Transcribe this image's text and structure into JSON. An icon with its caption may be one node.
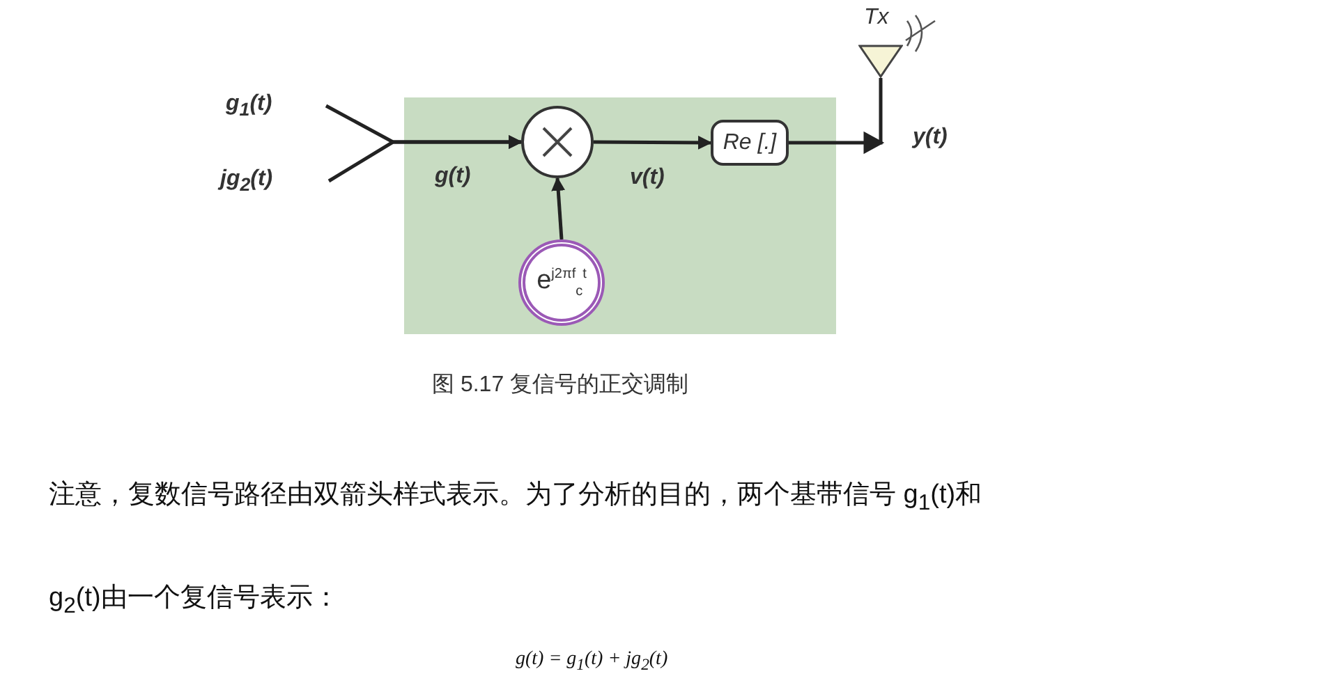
{
  "diagram": {
    "caption": "图 5.17 复信号的正交调制",
    "nodes": [
      {
        "text": [
          "g$_{1}$(t)"
        ]
      },
      {
        "text": [
          "jg$_{2}$(t)"
        ]
      },
      {
        "text": [],
        "shape": "box"
      },
      {
        "text": [],
        "shape": "circle",
        "in": 2
      },
      {
        "text": [
          "e$^{j2πf}$$_{c}$$^{t}$"
        ],
        "in": 2
      },
      {
        "text": [
          "Re [.]"
        ],
        "in": 2
      },
      {
        "text": [],
        "shape": "triangle",
        "beside": [
          "Tx"
        ]
      }
    ],
    "edges": [
      {
        "from": 0,
        "to": 3,
        "arrow": "to",
        "label": "g(t)"
      },
      {
        "from": 1,
        "to": 3,
        "arrow": "to"
      },
      {
        "from": 4,
        "to": 3,
        "arrow": "to"
      },
      {
        "from": 3,
        "to": 5,
        "arrow": "to",
        "label": "v(t)"
      },
      {
        "from": 5,
        "to": 6,
        "arrow": "to"
      }
    ],
    "labels": [
      "y(t)",
      "注意，复数信号路径由双箭头样式表示。为了分析的目的，两个基带信号 g$_{1}$(t)和g$_{2}$(t)由一个复信号表示：",
      "g(t) = g$_{1}$(t) + jg$_{2}$(t)"
    ]
  }
}
